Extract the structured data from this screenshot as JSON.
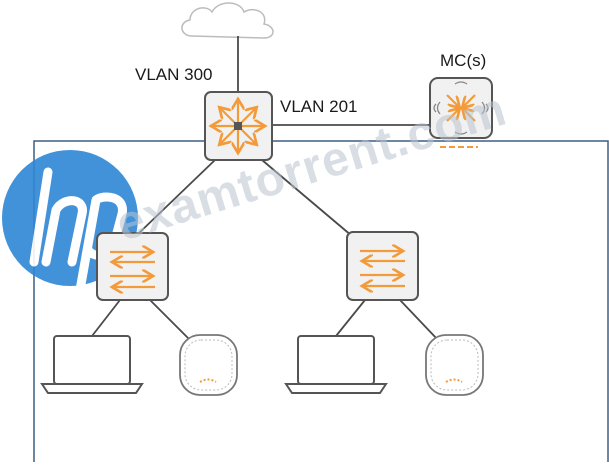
{
  "labels": {
    "vlan300": "VLAN 300",
    "vlan201": "VLAN 201",
    "mc": "MC(s)"
  },
  "watermark": {
    "text": "examtorrent.com",
    "logo_text": "hp"
  },
  "colors": {
    "accent_orange": "#f39a3a",
    "device_border": "#555555",
    "device_fill": "#f1f1f1",
    "line": "#4a4a4a",
    "frame": "#3d5f84",
    "hp_blue": "#2e87d6",
    "cloud": "#bcbcbc"
  }
}
